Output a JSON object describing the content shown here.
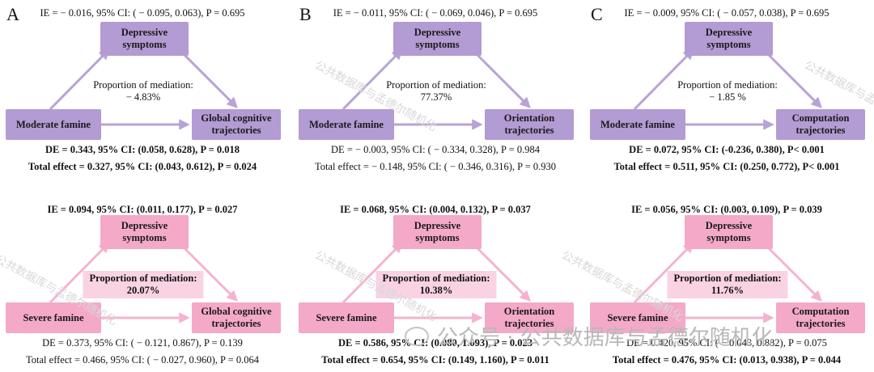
{
  "panels": [
    {
      "letter": "A",
      "top": {
        "ie": "IE = − 0.016, 95% CI: ( − 0.095, 0.063), P = 0.695",
        "ie_bold": false,
        "mediator": [
          "Depressive",
          "symptoms"
        ],
        "exposure": "Moderate famine",
        "outcome": [
          "Global cognitive",
          "trajectories"
        ],
        "prop_label": "Proportion of mediation:",
        "prop_value": "− 4.83%",
        "prop_highlight": false,
        "de": "DE = 0.343, 95% CI: (0.058, 0.628), P = 0.018",
        "de_bold": true,
        "total": "Total effect = 0.327, 95% CI: (0.043, 0.612), P = 0.024",
        "total_bold": true
      },
      "bottom": {
        "ie": "IE = 0.094, 95% CI: (0.011, 0.177), P = 0.027",
        "ie_bold": true,
        "mediator": [
          "Depressive",
          "symptoms"
        ],
        "exposure": "Severe famine",
        "outcome": [
          "Global cognitive",
          "trajectories"
        ],
        "prop_label": "Proportion of mediation:",
        "prop_value": "20.07%",
        "prop_highlight": true,
        "de": "DE = 0.373, 95% CI: ( − 0.121, 0.867), P = 0.139",
        "de_bold": false,
        "total": "Total effect = 0.466, 95% CI: ( − 0.027, 0.960), P = 0.064",
        "total_bold": false
      }
    },
    {
      "letter": "B",
      "top": {
        "ie": "IE = − 0.011, 95% CI: ( − 0.069, 0.046), P = 0.695",
        "ie_bold": false,
        "mediator": [
          "Depressive",
          "symptoms"
        ],
        "exposure": "Moderate famine",
        "outcome": [
          "Orientation",
          "trajectories"
        ],
        "prop_label": "Proportion of mediation:",
        "prop_value": "77.37%",
        "prop_highlight": false,
        "de": "DE = − 0.003, 95% CI: ( − 0.334, 0.328), P = 0.984",
        "de_bold": false,
        "total": "Total effect = − 0.148, 95% CI: ( − 0.346, 0.316), P = 0.930",
        "total_bold": false
      },
      "bottom": {
        "ie": "IE = 0.068, 95% CI: (0.004, 0.132), P = 0.037",
        "ie_bold": true,
        "mediator": [
          "Depressive",
          "symptoms"
        ],
        "exposure": "Severe famine",
        "outcome": [
          "Orientation",
          "trajectories"
        ],
        "prop_label": "Proportion of mediation:",
        "prop_value": "10.38%",
        "prop_highlight": true,
        "de": "DE = 0.586, 95% CI: (0.080, 1.093), P = 0.023",
        "de_bold": true,
        "total": "Total effect = 0.654, 95% CI: (0.149, 1.160), P = 0.011",
        "total_bold": true
      }
    },
    {
      "letter": "C",
      "top": {
        "ie": "IE = − 0.009, 95% CI: ( − 0.057, 0.038), P = 0.695",
        "ie_bold": false,
        "mediator": [
          "Depressive",
          "symptoms"
        ],
        "exposure": "Moderate famine",
        "outcome": [
          "Computation",
          "trajectories"
        ],
        "prop_label": "Proportion of mediation:",
        "prop_value": "− 1.85 %",
        "prop_highlight": false,
        "de": "DE = 0.072, 95% CI: (-0.236, 0.380), P< 0.001",
        "de_bold": true,
        "total": "Total effect = 0.511, 95% CI: (0.250, 0.772), P< 0.001",
        "total_bold": true
      },
      "bottom": {
        "ie": "IE = 0.056, 95% CI: (0.003, 0.109), P = 0.039",
        "ie_bold": true,
        "mediator": [
          "Depressive",
          "symptoms"
        ],
        "exposure": "Severe famine",
        "outcome": [
          "Computation",
          "trajectories"
        ],
        "prop_label": "Proportion of mediation:",
        "prop_value": "11.76%",
        "prop_highlight": true,
        "de": "DE = 0.420, 95% CI: ( − 0.043, 0.882), P = 0.075",
        "de_bold": false,
        "total": "Total effect = 0.476, 95% CI: (0.013, 0.938), P = 0.044",
        "total_bold": true
      }
    }
  ],
  "colors": {
    "moderate_box": "#b39bd3",
    "moderate_arrow": "#b8a3d6",
    "severe_box": "#f4a9c8",
    "severe_arrow": "#f5b3cf",
    "prop_highlight": "#fad3e3"
  },
  "watermark": {
    "text": "公共数据库与孟德尔随机化",
    "bottom_text": "公众号 · 公共数据库与孟德尔随机化"
  }
}
